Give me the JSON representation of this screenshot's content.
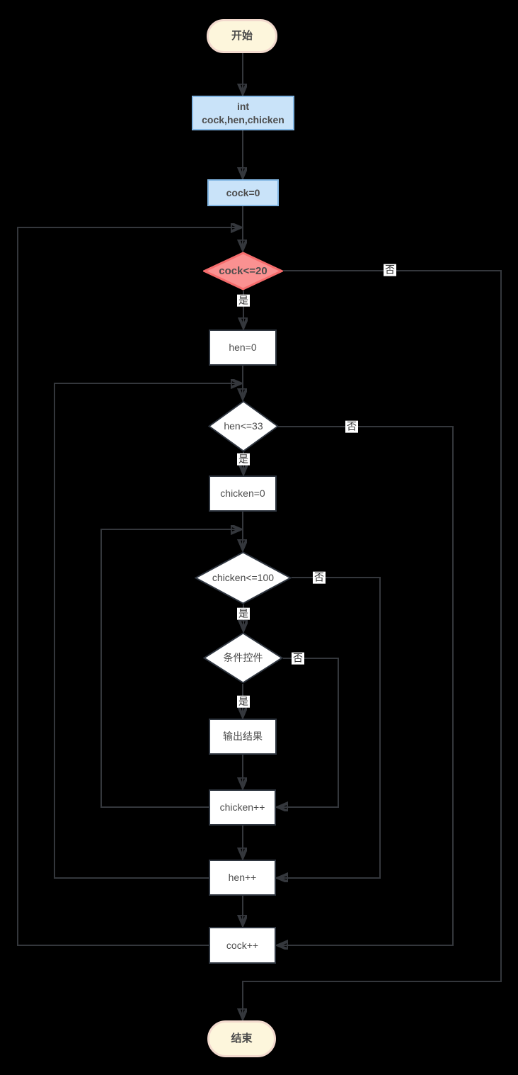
{
  "diagram_type": "flowchart",
  "nodes": {
    "start": "开始",
    "declare_line1": "int",
    "declare_line2": "cock,hen,chicken",
    "init_cock": "cock=0",
    "cond_cock": "cock<=20",
    "init_hen": "hen=0",
    "cond_hen": "hen<=33",
    "init_chicken": "chicken=0",
    "cond_chicken": "chicken<=100",
    "cond_filter": "条件控件",
    "output": "输出结果",
    "inc_chicken": "chicken++",
    "inc_hen": "hen++",
    "inc_cock": "cock++",
    "end": "结束"
  },
  "edge_labels": {
    "yes": "是",
    "no": "否"
  },
  "colors": {
    "background": "#000000",
    "terminal_fill": "#FDF6DC",
    "terminal_border": "#F2D9CD",
    "process_blue_fill": "#C9E3F9",
    "process_blue_border": "#82B6E3",
    "decision_red_fill": "#FA9191",
    "decision_red_border": "#F56C6C",
    "node_white_fill": "#FFFFFF",
    "node_dark_border": "#2F3640",
    "edge_line": "#34373C",
    "text": "#4A4A4A",
    "edge_label_bg": "#FFFFFF"
  }
}
